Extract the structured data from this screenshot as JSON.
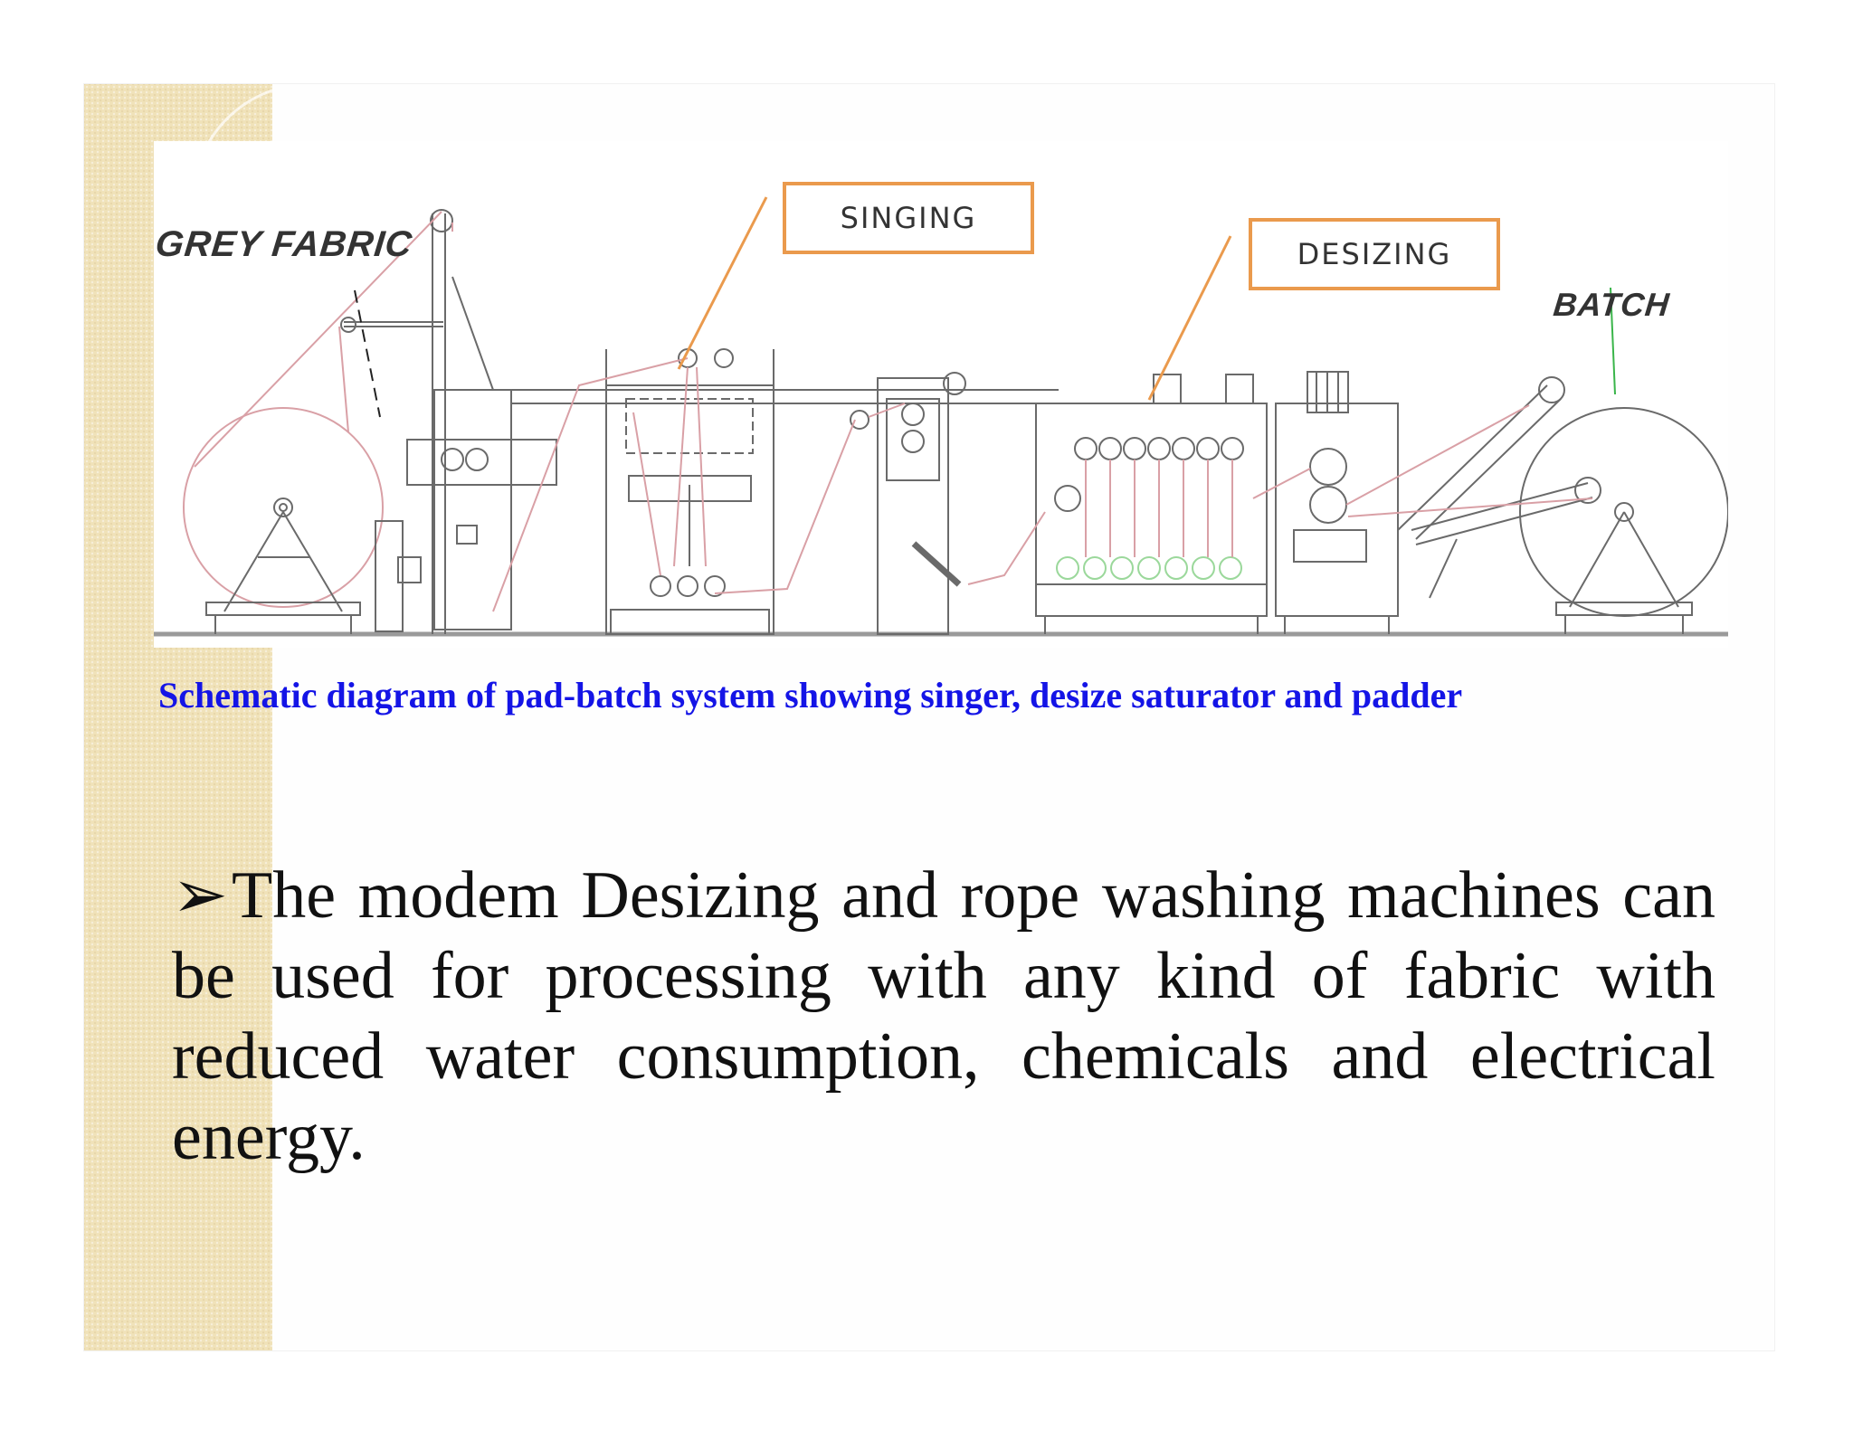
{
  "diagram": {
    "labels": {
      "grey_fabric": "GREY FABRIC",
      "singing": "SINGING",
      "desizing": "DESIZING",
      "batch": "BATCH"
    },
    "colors": {
      "label_box_border": "#ea9a4d",
      "pointer_line": "#ea9a4d",
      "batch_pointer": "#3ab54a",
      "fabric_path": "#d9a0a6",
      "machine_line": "#6a6a6a",
      "tank_rollers": "#9bd89b"
    }
  },
  "caption": {
    "text": "Schematic diagram of pad-batch system showing singer, desize saturator and padder",
    "color": "#1414e6"
  },
  "body": {
    "bullet": "➢",
    "text": "The modem Desizing and rope washing machines can be used for processing with any kind of fabric with reduced water consumption, chemicals and electrical energy."
  },
  "theme": {
    "side_band_color": "#f0e2b9"
  }
}
